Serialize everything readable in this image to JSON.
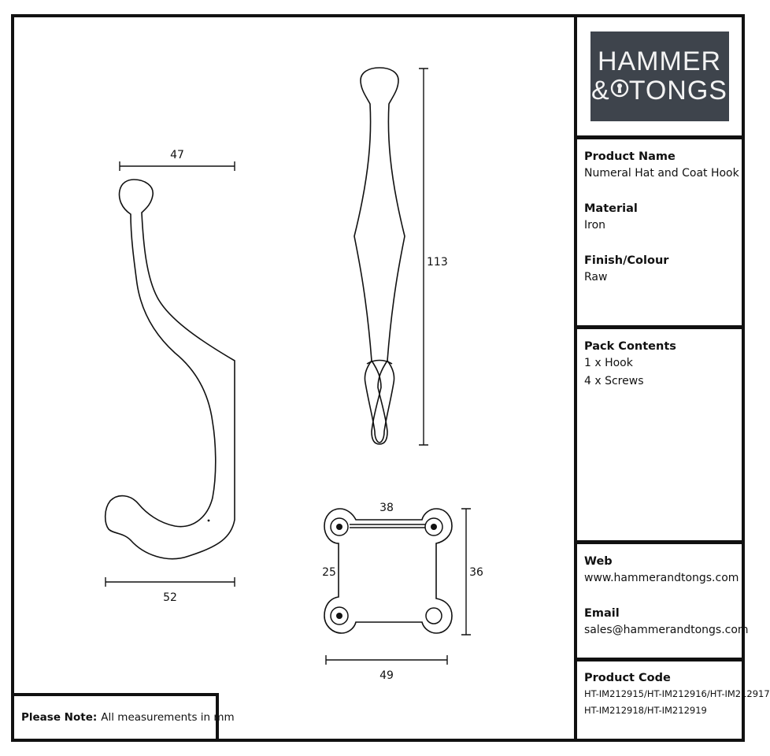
{
  "brand": {
    "line1": "HAMMER",
    "line2_left": "&",
    "line2_right": "TONGS",
    "logo_bg": "#3e444c"
  },
  "dimensions": {
    "side_top_width": "47",
    "side_bottom_width": "52",
    "front_height": "113",
    "plate_top_width": "38",
    "plate_inner_height": "25",
    "plate_height": "36",
    "plate_width": "49"
  },
  "product": {
    "name_label": "Product Name",
    "name_value": "Numeral Hat and Coat Hook",
    "material_label": "Material",
    "material_value": "Iron",
    "finish_label": "Finish/Colour",
    "finish_value": "Raw"
  },
  "pack": {
    "label": "Pack Contents",
    "items": [
      "1 x Hook",
      "4 x Screws"
    ]
  },
  "contact": {
    "web_label": "Web",
    "web_value": "www.hammerandtongs.com",
    "email_label": "Email",
    "email_value": "sales@hammerandtongs.com"
  },
  "code": {
    "label": "Product Code",
    "line1": "HT-IM212915/HT-IM212916/HT-IM212917",
    "line2": "HT-IM212918/HT-IM212919"
  },
  "note": {
    "label": "Please Note:",
    "text": "All measurements in mm"
  }
}
